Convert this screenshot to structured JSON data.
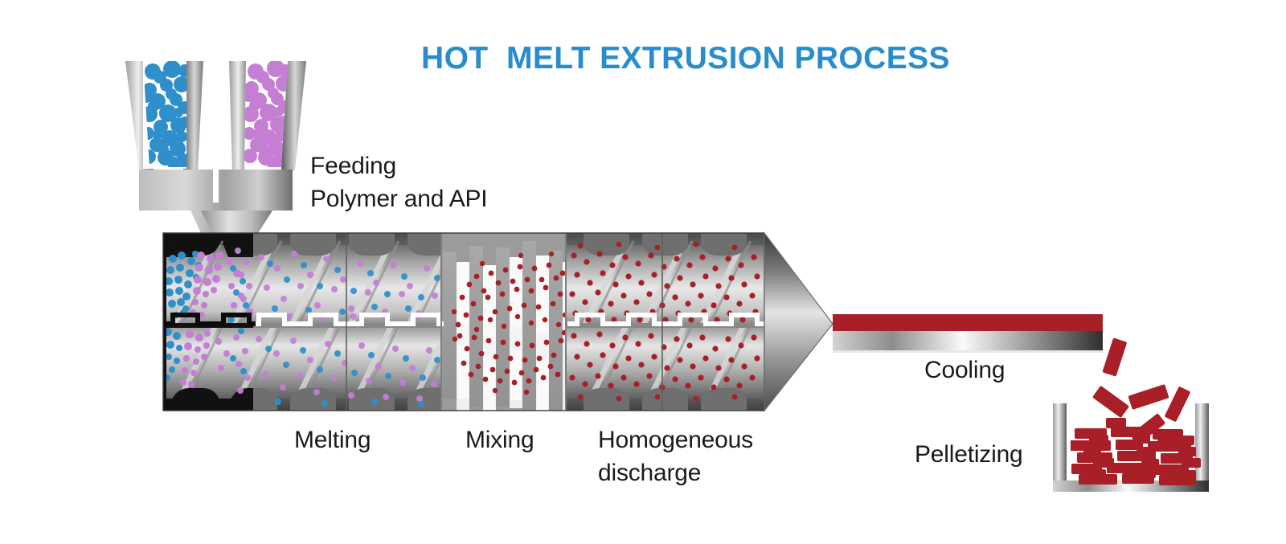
{
  "title": "HOT  MELT EXTRUSION PROCESS",
  "labels": {
    "feeding": "Feeding\nPolymer and API",
    "melting": "Melting",
    "mixing": "Mixing",
    "homogeneous_discharge": "Homogeneous\ndischarge",
    "cooling": "Cooling",
    "pelletizing": "Pelletizing"
  },
  "colors": {
    "title_blue": "#2A8DCB",
    "polymer_blue": "#2E8FCB",
    "api_purple": "#C47FD4",
    "melt_red": "#A81F27",
    "barrel_dark": "#111111",
    "metal_light": "#f2f2f2",
    "metal_mid": "#9a9a9a",
    "metal_dark": "#3d3d3d",
    "text": "#1a1a1a",
    "background": "#ffffff"
  },
  "stages": [
    {
      "id": "feeding",
      "label": "Feeding\nPolymer and API",
      "zone": "hoppers"
    },
    {
      "id": "melting",
      "label": "Melting",
      "zone": "barrel-conveying"
    },
    {
      "id": "mixing",
      "label": "Mixing",
      "zone": "barrel-kneading"
    },
    {
      "id": "homogeneous-discharge",
      "label": "Homogeneous\ndischarge",
      "zone": "barrel-discharge"
    },
    {
      "id": "cooling",
      "label": "Cooling",
      "zone": "conveyor"
    },
    {
      "id": "pelletizing",
      "label": "Pelletizing",
      "zone": "collection-bin"
    }
  ],
  "hoppers": [
    {
      "name": "polymer-hopper",
      "material": "polymer",
      "particle_color": "#2E8FCB"
    },
    {
      "name": "api-hopper",
      "material": "API",
      "particle_color": "#C47FD4"
    }
  ],
  "barrel": {
    "feed_zone_frame": "#111111",
    "segments": [
      "feed",
      "melting-a",
      "melting-b",
      "mixing",
      "discharge-a",
      "discharge-b"
    ],
    "screw_type": "twin-screw",
    "die": "conical"
  },
  "extrudate": {
    "strand_color": "#A81F27",
    "conveyor": "metallic-belt"
  },
  "pellets": {
    "color": "#A81F27",
    "in_air": 7,
    "in_bin": "pile"
  }
}
